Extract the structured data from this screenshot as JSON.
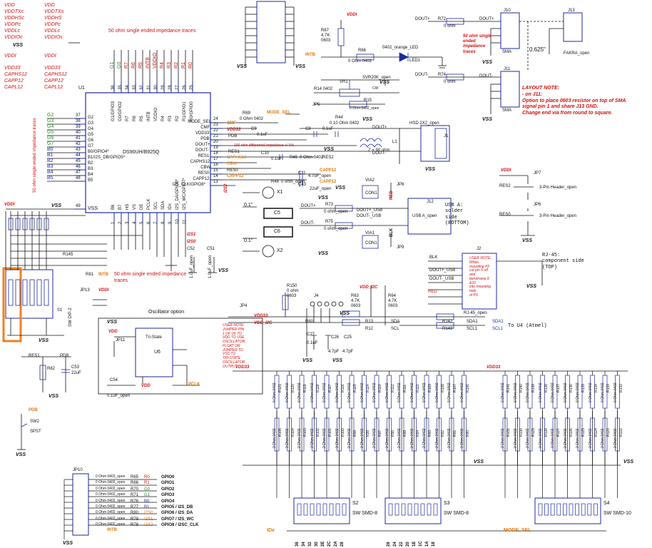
{
  "power_legend": {
    "nets": [
      "VDD",
      "VDDTXc",
      "VDDHSc",
      "VDDPc",
      "VDDLc",
      "VDDIOc",
      "VSS"
    ],
    "aliases": [
      "VDD",
      "VDDTXs",
      "VDDHS",
      "VDDPc",
      "VDDLc",
      "VDDIOs"
    ],
    "vddi": "VDDI",
    "nets2": [
      "VDD33",
      "CAPHS12",
      "CAPP12",
      "CAPL12"
    ],
    "aliases2": [
      "VDD33",
      "CAPHS12",
      "CAPP12",
      "CAPL12"
    ]
  },
  "notes": {
    "impedance_top": "50 ohm single ended impedance traces",
    "impedance_left": "50 ohm single ended impedance traces",
    "impedance_bottom": "50 ohm single ended impedance traces",
    "impedance_sma": "50 ohm single ended impedance traces",
    "diff_impedance": "100 ohm differential impedance +/-5%.",
    "layout_note": "LAYOUT NOTE:\n- on J11:\nOption to place 0603 resistor on top of SMA\nsignal pin 1 and share J13 GND.\nChange end via from round to square.",
    "osc_note": "USER NOTE:\nJUMPER PIN\n1 OF U6 TO\nVDD TO USE\nOSCILLATOR;\nFLOAT OR\nJUMPER TO\nVSS TO\nTRI-STATE\nOSCILLATOR\nOUTPUT",
    "rj45_note": "USER NOTE:\nWhen\nmounting P2\ncut pin 5 off\nand\nbend/raise 9\n&10\ninto mounting\nhole\nof P3.",
    "usb_note": "USB A:\nsolder\nside\n(BOTTOM)",
    "rj45_side": "RJ-45:\ncomponent side\n(TOP)",
    "dim": "0.625\"",
    "z": "Z = 90 ohm",
    "to_u4": "To U4 (Atmel)",
    "osc_title": "Oscillator option"
  },
  "u1": {
    "ref": "U1",
    "name": "DS90UH/B925Q",
    "left_pins": [
      {
        "n": "G2",
        "p": "37"
      },
      {
        "n": "G3",
        "p": "38"
      },
      {
        "n": "G4",
        "p": "39"
      },
      {
        "n": "G5",
        "p": "40"
      },
      {
        "n": "G6",
        "p": "41"
      },
      {
        "n": "G7",
        "p": "42"
      },
      {
        "n": "B0/GPIO4*",
        "p": "43"
      },
      {
        "n": "B1/I2S_DB/GPIO5*",
        "p": "44"
      },
      {
        "n": "B2",
        "p": "45"
      },
      {
        "n": "B3",
        "p": "46"
      },
      {
        "n": "B4",
        "p": "47"
      },
      {
        "n": "B5",
        "p": "48"
      }
    ],
    "left_nets": [
      "G2",
      "G3",
      "G4",
      "G5",
      "G6",
      "G7",
      "B0",
      "B1",
      "B2",
      "B3",
      "B4",
      "B5"
    ],
    "vss_pin": {
      "n": "VSS",
      "p": "49"
    },
    "right_pins": [
      {
        "n": "MODE_SEL",
        "p": "24"
      },
      {
        "n": "CMF",
        "p": "23"
      },
      {
        "n": "VDD33",
        "p": "22"
      },
      {
        "n": "PDB",
        "p": "21"
      },
      {
        "n": "DOUT+",
        "p": "20"
      },
      {
        "n": "DOUT-",
        "p": "19"
      },
      {
        "n": "RES1",
        "p": "18"
      },
      {
        "n": "CAPHS12",
        "p": "17"
      },
      {
        "n": "CBW",
        "p": "16"
      },
      {
        "n": "RES0",
        "p": "15"
      },
      {
        "n": "CAPP12",
        "p": "14"
      },
      {
        "n": "I2S_CLK/GPIO8*",
        "p": "13"
      }
    ],
    "top_pins": [
      "G1/GPIO3",
      "G0/GPIO2",
      "R7",
      "R6",
      "R5",
      "INTB",
      "VDDIO",
      "R4",
      "R3",
      "R2",
      "R1/GPIO1",
      "R0/GPIO0"
    ],
    "top_nums": [
      "36",
      "35",
      "34",
      "33",
      "32",
      "31",
      "30",
      "29",
      "28",
      "27",
      "26",
      "25"
    ],
    "top_nets": [
      "G1",
      "G0",
      "R7",
      "R6",
      "R5",
      "INTB",
      "VDDIO",
      "R4",
      "R3",
      "R2",
      "R1",
      "R0"
    ],
    "bottom_pins": [
      "B6",
      "B7",
      "HS",
      "VS",
      "DE",
      "PCLK",
      "SCL",
      "SDA",
      "IDx",
      "I2S_DA/GPIO6*",
      "I2S_WC/GPIO7*"
    ],
    "bottom_nums": [
      "1",
      "2",
      "3",
      "4",
      "5",
      "6",
      "7",
      "8",
      "9",
      "10",
      "11",
      "12"
    ]
  },
  "parts": {
    "r67": "R67\n4.7K\n0603",
    "r66": "R66",
    "r66v": "0 Ohm 0402",
    "led": "0402_orange_LED",
    "led1": "LED1",
    "intb": "INTB",
    "vr1": "VR1",
    "svr": "SVR20K_open",
    "cw": "CW",
    "r14": "R14 0402",
    "r15": "R15",
    "r15v": "0 Ohm 0402_open",
    "r69": "R69",
    "r69v": "0 Ohm 0402",
    "mode_sel": "MODE_SEL",
    "jp5": "JP5",
    "c9": "C9",
    "c9v": "0.1uF",
    "c8": "C8",
    "c8v": "0.1uF",
    "r44": "R44",
    "r44v": "0.10 Ohm 0402",
    "r45": "R45",
    "r45v": "0 Ohm 0402",
    "res2": "RES2",
    "c10": "C10",
    "c10v": "0.1uF",
    "r48": "R48",
    "r48v": "0 ohm_open",
    "c11": "C11",
    "c11v": "4.7uF_open",
    "c43": "C43",
    "c43v": "22uF_open",
    "l1": "L1",
    "hsd": "HSD 2X2_open",
    "j1": "J1",
    "j10": "J10",
    "j11": "J11",
    "j13": "J13",
    "fakra": "FAKRA_open",
    "sma": "SMA",
    "r72": "R72",
    "r72v": "0 ohm",
    "r74": "R74",
    "r74v": "0 ohm",
    "via2": "VIA2",
    "via1": "VIA1",
    "con1": "CON1",
    "jp8": "JP8",
    "jp9": "JP9",
    "j12": "J12",
    "usb": "USB A_open",
    "r73": "R73",
    "r73v": "0 ohm_open",
    "r75": "R75",
    "r75v": "0 ohm_open",
    "x1": "X1",
    "x2": "X2",
    "c5": "C5",
    "c6": "C6",
    "dist1": "0.1\"",
    "dist2": "0.1\"",
    "jp7": "JP7",
    "jp6": "JP6",
    "hdr": "3-Pin Header_open",
    "j2": "J2",
    "rj45": "RJ-45_open",
    "blk": "BLK",
    "red": "RED",
    "r150": "R150\n0 ohm\n0603",
    "j4": "J4",
    "jp4": "JP4",
    "r63": "R63\n4.7K\n0603",
    "r64": "R64\n4.7K\n0603",
    "r60": "R60",
    "r13": "R13",
    "r12": "R12",
    "r142": "R142",
    "r143": "R143",
    "c27": "C27",
    "c26": "C26",
    "c25": "C25",
    "c26v": "4.7pF",
    "c25v": "4.7pF",
    "c27v": "0.1uF",
    "sda1": "SDA1",
    "scl1": "SCL1",
    "r145": "R145",
    "r81": "R81",
    "jp13": "JP13",
    "s1": "S1",
    "swdip": "SW DIP-2",
    "u6": "U6",
    "jp11": "JP11",
    "tri": "Tri-State",
    "c54": "C54",
    "c54v": "0.1uF_open",
    "c52": "C52",
    "c51": "C51",
    "c52v": "1.0uF_open",
    "c51v": "1.0uF_open",
    "i2s1": "I2S1",
    "i2s0": "I2S0",
    "i2s2": "I2S2",
    "pclk": "PCLK",
    "vdd": "VDD",
    "res1": "RES1",
    "pdb": "PDB",
    "r82": "R82",
    "c53": "C53",
    "c53v": "22uF",
    "sw2": "SW2",
    "spst": "SPST",
    "s2": "S2",
    "s3": "S3",
    "s4": "S4",
    "swsmd8": "SW SMD-8",
    "swsmd10": "SW SMD-10",
    "jp10": "JP10",
    "idx": "IDx",
    "vdd33": "VDD33",
    "vss": "VSS",
    "vddi": "VDDI",
    "vdd_i2c": "VDD_I2C",
    "sda": "SDA",
    "scl": "SCL",
    "dout_p": "DOUT+",
    "dout_m": "DOUT-",
    "dout_usb_p": "DOUT+_USB",
    "dout_usb_m": "DOUT-_USB",
    "res2_net": "RES2",
    "res0_net": "RES0"
  },
  "gpio_table": {
    "rows": [
      {
        "r": "R65",
        "net": "R0",
        "label": "GPIO0",
        "res": "0 Ohm 0402_open"
      },
      {
        "r": "R66",
        "net": "R1",
        "label": "GPIO1",
        "res": "0 Ohm 0402_open"
      },
      {
        "r": "R70",
        "net": "G0",
        "label": "GPIO2",
        "res": "0 Ohm 0402_open"
      },
      {
        "r": "R71",
        "net": "G1",
        "label": "GPIO3",
        "res": "0 Ohm 0402_open"
      },
      {
        "r": "R76",
        "net": "B0",
        "label": "GPIO4",
        "res": "0 Ohm 0402_open"
      },
      {
        "r": "R77",
        "net": "B1",
        "label": "GPIO5 / I2S_DB",
        "res": "0 Ohm 0402_open"
      },
      {
        "r": "R80",
        "net": "I2S0",
        "label": "GPIO6 / I2S_DA",
        "res": "0 Ohm 0402_open"
      },
      {
        "r": "R79",
        "net": "I2S1",
        "label": "GPIO7 / I2S_WC",
        "res": "0 Ohm 0402_open"
      },
      {
        "r": "R78",
        "net": "I2S2",
        "label": "GPIO8 / I2SC_CLK",
        "res": "0 Ohm 0402_open"
      }
    ],
    "intb": "INTB"
  },
  "idx_bits": [
    "36",
    "34",
    "32",
    "30",
    "2E",
    "2C",
    "2A",
    "28",
    "26",
    "24",
    "22",
    "20",
    "1E",
    "1C",
    "1A",
    "18"
  ],
  "top_res_a": [
    "R121",
    "R120",
    "R119",
    "R118",
    "R117",
    "R116",
    "R115",
    "R114",
    "R113",
    "R112",
    "R111",
    "R110",
    "R109",
    "R108",
    "R107",
    "R106"
  ],
  "bot_res_a": [
    "R105",
    "R104",
    "R103",
    "R102",
    "R101",
    "R100",
    "R99",
    "R98",
    "R97",
    "R96",
    "R95",
    "R94",
    "R93",
    "R92",
    "R91",
    "R90"
  ],
  "top_res_b": [
    "R141",
    "R140",
    "R139",
    "R138",
    "R137",
    "R136",
    "R135",
    "R134",
    "R133",
    "R132"
  ],
  "bot_res_b": [
    "R131",
    "R130",
    "R129",
    "R128",
    "R127",
    "R126",
    "R125",
    "R124",
    "R123",
    "R122"
  ],
  "res_value": "0 Ohm 0402"
}
